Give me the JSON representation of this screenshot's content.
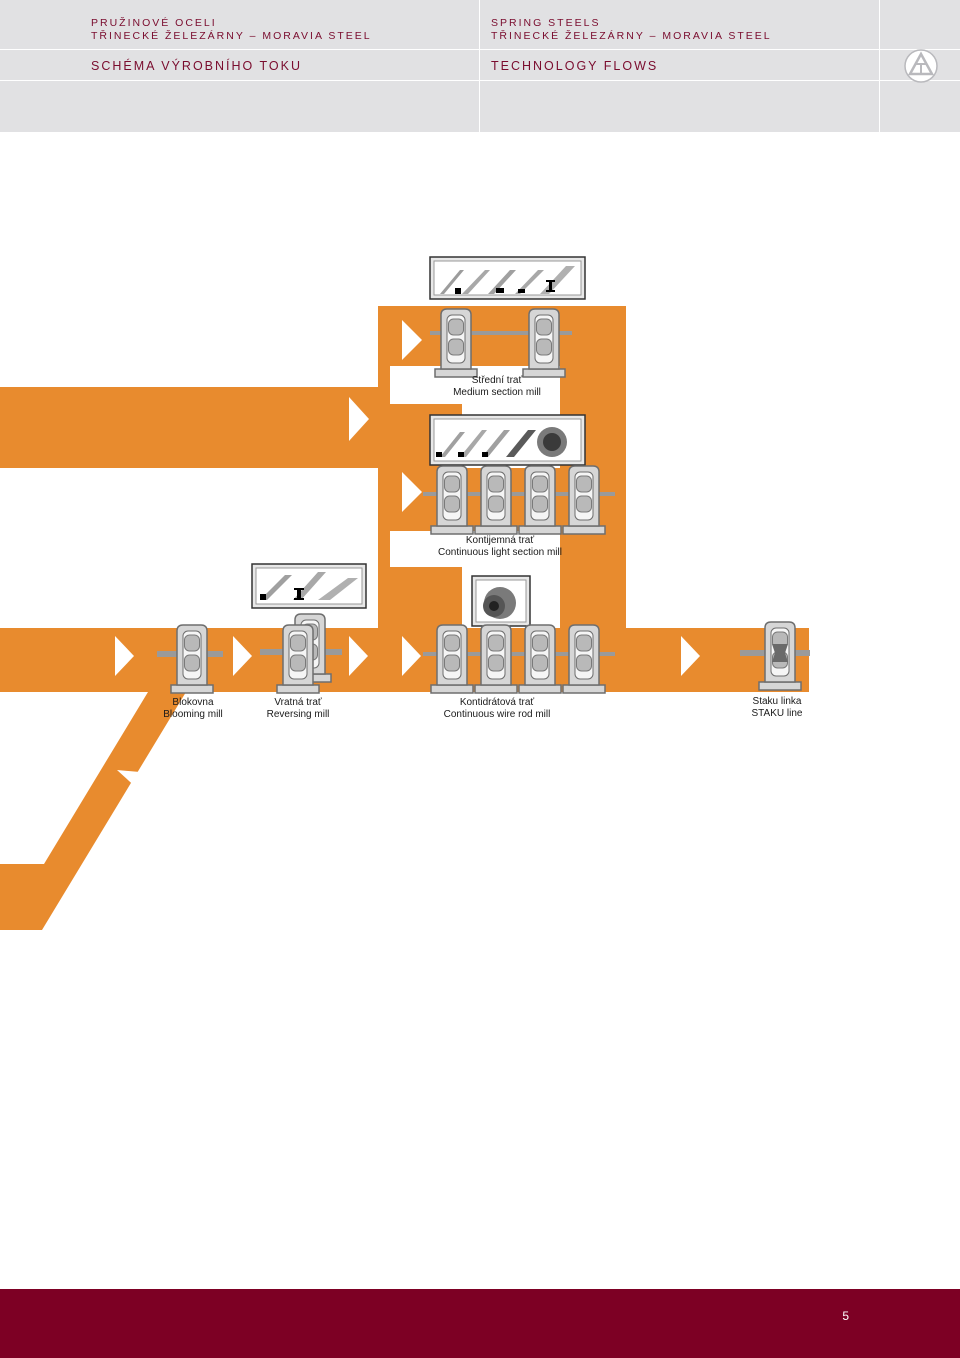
{
  "header": {
    "left_title_line1": "PRUŽINOVÉ OCELI",
    "left_title_line2": "TŘINECKÉ ŽELEZÁRNY – MORAVIA STEEL",
    "right_title_line1": "SPRING STEELS",
    "right_title_line2": "TŘINECKÉ ŽELEZÁRNY – MORAVIA STEEL",
    "left_section": "SCHÉMA VÝROBNÍHO TOKU",
    "right_section": "TECHNOLOGY FLOWS"
  },
  "colors": {
    "flow": "#e88b2e",
    "header_bg": "#e1e1e3",
    "header_text": "#7a0c2e",
    "footer": "#7d0024"
  },
  "mills": {
    "medium": {
      "cz": "Střední trať",
      "en": "Medium section mill"
    },
    "continuous_light": {
      "cz": "Kontijemná trať",
      "en": "Continuous light section mill"
    },
    "blooming": {
      "cz": "Blokovna",
      "en": "Blooming mill"
    },
    "reversing": {
      "cz": "Vratná trať",
      "en": "Reversing mill"
    },
    "wire_rod": {
      "cz": "Kontidrátová trať",
      "en": "Continuous wire rod mill"
    },
    "staku": {
      "cz": "Staku linka",
      "en": "STAKU line"
    }
  },
  "footer": {
    "page_number": "5"
  }
}
